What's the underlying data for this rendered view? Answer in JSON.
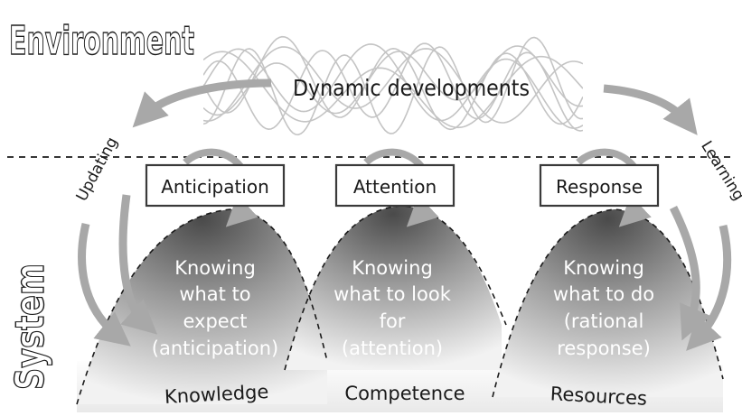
{
  "labels": {
    "environment": "Environment",
    "system": "System",
    "dynamic_developments": "Dynamic developments",
    "updating": "Updating",
    "learning": "Learning"
  },
  "boxes": [
    {
      "label": "Anticipation"
    },
    {
      "label": "Attention"
    },
    {
      "label": "Response"
    }
  ],
  "hills": [
    {
      "lines": [
        "Knowing",
        "what to",
        "expect",
        "(anticipation)"
      ],
      "base_label": "Knowledge"
    },
    {
      "lines": [
        "Knowing",
        "what to look",
        "for",
        "(attention)"
      ],
      "base_label": "Competence"
    },
    {
      "lines": [
        "Knowing",
        "what to do",
        "(rational",
        "response)"
      ],
      "base_label": "Resources"
    }
  ],
  "colors": {
    "ink": "#1a1a1a",
    "arrow_gray": "#a8a8a8",
    "outline_text": "#ffffff",
    "hill_dark": "#555555",
    "hill_light": "#f4f4f4"
  }
}
